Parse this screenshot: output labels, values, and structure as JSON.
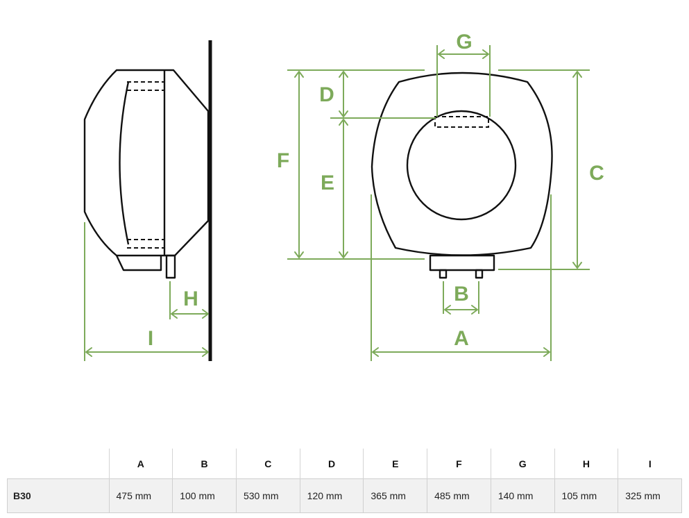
{
  "diagram": {
    "labels": {
      "A": "A",
      "B": "B",
      "C": "C",
      "D": "D",
      "E": "E",
      "F": "F",
      "G": "G",
      "H": "H",
      "I": "I"
    },
    "colors": {
      "dimension": "#7daa5a",
      "outline": "#111111"
    }
  },
  "table": {
    "headers": [
      "",
      "A",
      "B",
      "C",
      "D",
      "E",
      "F",
      "G",
      "H",
      "I"
    ],
    "rows": [
      {
        "model": "B30",
        "values": [
          "475 mm",
          "100 mm",
          "530 mm",
          "120 mm",
          "365 mm",
          "485 mm",
          "140  mm",
          "105  mm",
          "325  mm"
        ]
      }
    ]
  }
}
